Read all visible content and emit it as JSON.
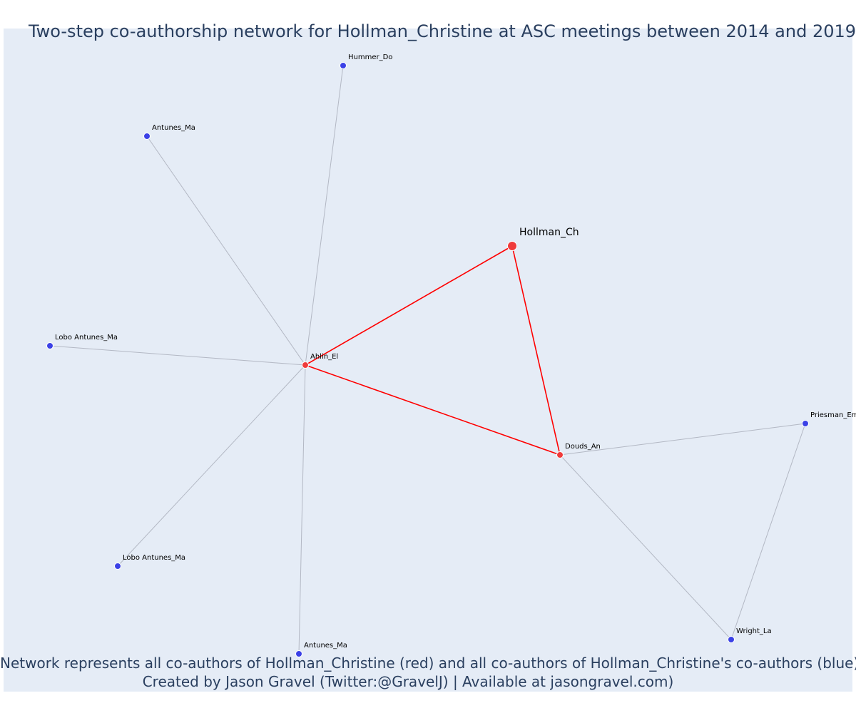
{
  "title": "Two-step co-authorship network for Hollman_Christine at ASC meetings between 2014 and 2019",
  "captions": {
    "line1": "Network represents all co-authors of Hollman_Christine (red) and all co-authors of Hollman_Christine's co-authors (blue)",
    "line2": "Created by Jason Gravel (Twitter:@GravelJ) | Available at jasongravel.com)"
  },
  "colors": {
    "plot_bg": "#e5ecf6",
    "title_text": "#2a3f5f",
    "focal_node": "#ef3b3b",
    "coauthor_node": "#3b41e6",
    "red_edge": "#ff0000",
    "grey_edge": "#b3b8c4"
  },
  "network": {
    "nodes": [
      {
        "id": "hollman",
        "label": "Hollman_Ch",
        "group": "focal",
        "major": true
      },
      {
        "id": "ahlin",
        "label": "Ahlin_El",
        "group": "focal"
      },
      {
        "id": "douds",
        "label": "Douds_An",
        "group": "focal"
      },
      {
        "id": "hummer",
        "label": "Hummer_Do",
        "group": "coauthor"
      },
      {
        "id": "antunes1",
        "label": "Antunes_Ma",
        "group": "coauthor"
      },
      {
        "id": "lobo1",
        "label": "Lobo Antunes_Ma",
        "group": "coauthor"
      },
      {
        "id": "lobo2",
        "label": "Lobo Antunes_Ma",
        "group": "coauthor"
      },
      {
        "id": "antunes2",
        "label": "Antunes_Ma",
        "group": "coauthor"
      },
      {
        "id": "priesman",
        "label": "Priesman_Em",
        "group": "coauthor"
      },
      {
        "id": "wright",
        "label": "Wright_La",
        "group": "coauthor"
      }
    ],
    "edges": [
      {
        "source": "hollman",
        "target": "ahlin",
        "type": "red"
      },
      {
        "source": "hollman",
        "target": "douds",
        "type": "red"
      },
      {
        "source": "ahlin",
        "target": "douds",
        "type": "red"
      },
      {
        "source": "ahlin",
        "target": "hummer",
        "type": "grey"
      },
      {
        "source": "ahlin",
        "target": "antunes1",
        "type": "grey"
      },
      {
        "source": "ahlin",
        "target": "lobo1",
        "type": "grey"
      },
      {
        "source": "ahlin",
        "target": "lobo2",
        "type": "grey"
      },
      {
        "source": "ahlin",
        "target": "antunes2",
        "type": "grey"
      },
      {
        "source": "douds",
        "target": "priesman",
        "type": "grey"
      },
      {
        "source": "douds",
        "target": "wright",
        "type": "grey"
      },
      {
        "source": "priesman",
        "target": "wright",
        "type": "grey"
      }
    ]
  }
}
